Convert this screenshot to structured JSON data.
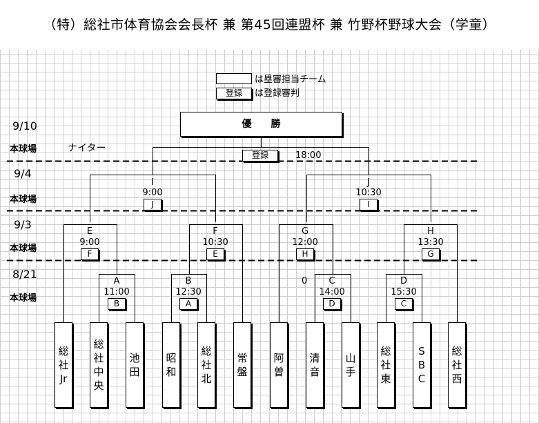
{
  "title": "（特）総社市体育協会会長杯 兼 第45回連盟杯 兼 竹野杯野球大会（学童）",
  "legend": {
    "umpire_text": "は塁審担当チーム",
    "register_box": "登録",
    "register_text": "は登録審判"
  },
  "champion": "優勝",
  "rounds": [
    {
      "date": "9/10",
      "venue": "本球場",
      "note": "ナイター"
    },
    {
      "date": "9/4",
      "venue": "本球場"
    },
    {
      "date": "9/3",
      "venue": "本球場"
    },
    {
      "date": "8/21",
      "venue": "本球場"
    }
  ],
  "final": {
    "umpire": "登録",
    "time": "18:00"
  },
  "matches": {
    "I": {
      "label": "I",
      "time": "9:00",
      "umpire": "J"
    },
    "J": {
      "label": "J",
      "time": "10:30",
      "umpire": "I"
    },
    "E": {
      "label": "E",
      "time": "9:00",
      "umpire": "F"
    },
    "F": {
      "label": "F",
      "time": "10:30",
      "umpire": "E"
    },
    "G": {
      "label": "G",
      "time": "12:00",
      "umpire": "H"
    },
    "H": {
      "label": "H",
      "time": "13:30",
      "umpire": "G"
    },
    "A": {
      "label": "A",
      "time": "11:00",
      "umpire": "B"
    },
    "B": {
      "label": "B",
      "time": "12:30",
      "umpire": "A"
    },
    "C": {
      "label": "C",
      "time": "14:00",
      "umpire": "D",
      "score_left": "0"
    },
    "D": {
      "label": "D",
      "time": "15:30",
      "umpire": "C"
    }
  },
  "teams": [
    {
      "lines": [
        "総",
        "社",
        "Jr"
      ]
    },
    {
      "lines": [
        "総",
        "社",
        "中",
        "央"
      ]
    },
    {
      "lines": [
        "池",
        "田"
      ]
    },
    {
      "lines": [
        "昭",
        "和"
      ]
    },
    {
      "lines": [
        "総",
        "社",
        "北"
      ]
    },
    {
      "lines": [
        "常",
        "盤"
      ]
    },
    {
      "lines": [
        "阿",
        "曽"
      ]
    },
    {
      "lines": [
        "清",
        "音"
      ]
    },
    {
      "lines": [
        "山",
        "手"
      ]
    },
    {
      "lines": [
        "総",
        "社",
        "東"
      ]
    },
    {
      "lines": [
        "S",
        "B",
        "C"
      ]
    },
    {
      "lines": [
        "総",
        "社",
        "西"
      ]
    }
  ]
}
